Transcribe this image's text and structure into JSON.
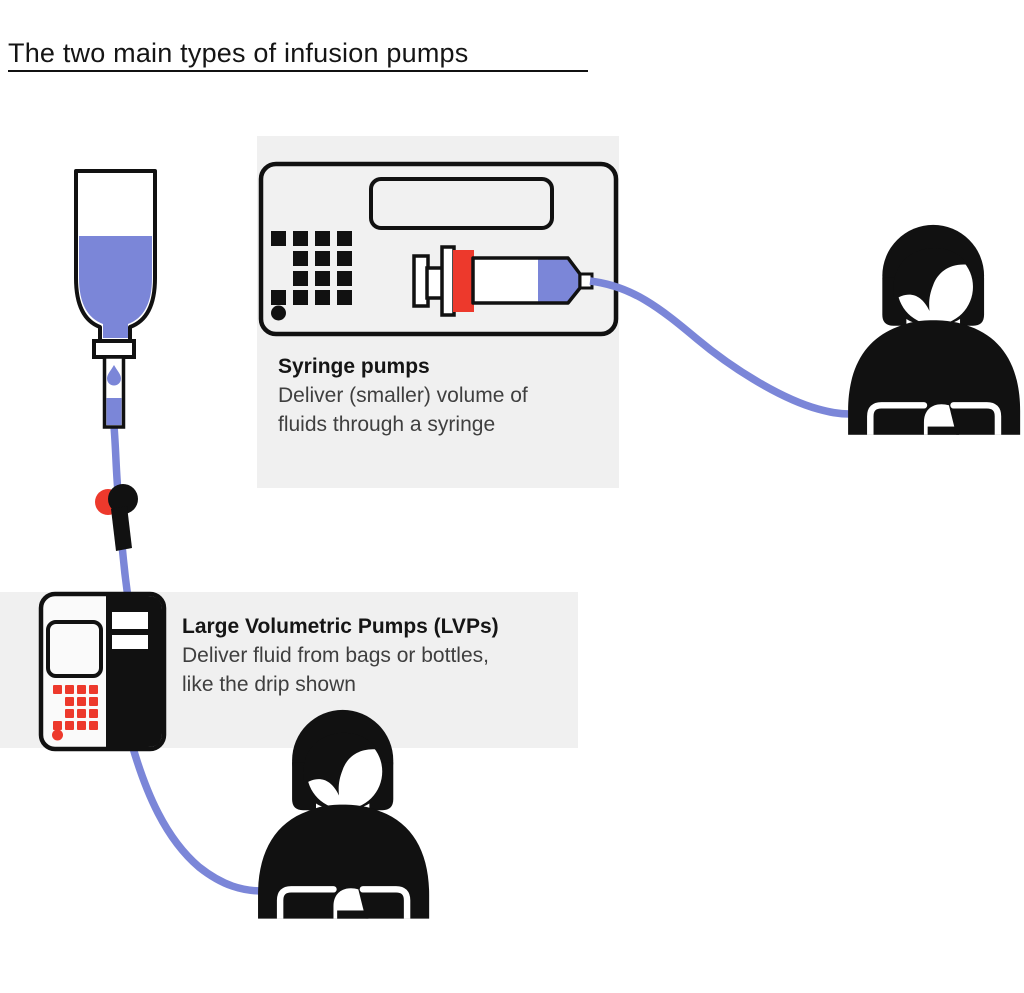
{
  "title": "The two main types of infusion pumps",
  "syringe_section": {
    "heading": "Syringe pumps",
    "description_line1": "Deliver (smaller) volume of",
    "description_line2": "fluids through a syringe"
  },
  "lvp_section": {
    "heading": "Large Volumetric Pumps (LVPs)",
    "description_line1": "Deliver fluid from bags or bottles,",
    "description_line2": "like the drip shown"
  },
  "colors": {
    "tube_blue": "#7b86d8",
    "accent_red": "#ed392c",
    "panel_gray": "#f0f0f0",
    "ink": "#151515",
    "body_text": "#3f3f3f"
  }
}
